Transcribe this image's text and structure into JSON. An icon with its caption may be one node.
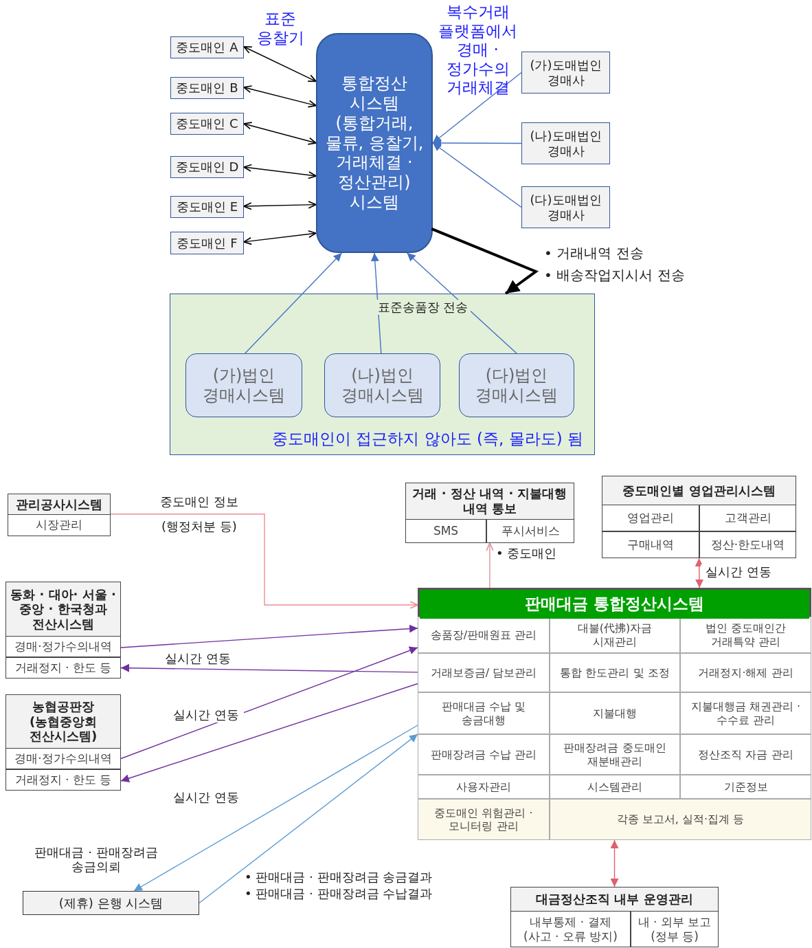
{
  "diagram": {
    "nodes": [
      {
        "text": [
          "중도매인 A"
        ]
      },
      {
        "text": [
          "중도매인 B"
        ]
      },
      {
        "text": [
          "중도매인 C"
        ]
      },
      {
        "text": [
          "중도매인 D"
        ]
      },
      {
        "text": [
          "중도매인 E"
        ]
      },
      {
        "text": [
          "중도매인 F"
        ]
      },
      {
        "text": [
          "통합정산 시스템 (통합거래, 물류, 응찰기, 거래체결 · 정산관리) 시스템"
        ]
      },
      {
        "text": [
          "(가)도매법인 경매사"
        ]
      },
      {
        "text": [
          "(나)도매법인 경매사"
        ]
      },
      {
        "text": [
          "(다)도매법인 경매사"
        ]
      },
      {
        "text": [
          "표준송품장 전송",
          "중도매인이 접근하지 않아도 (즉, 몰라도) 됨"
        ]
      },
      {
        "text": [
          "(가)법인 경매시스템"
        ],
        "in": 10
      },
      {
        "text": [
          "(나)법인 경매시스템"
        ],
        "in": 10
      },
      {
        "text": [
          "(다)법인 경매시스템"
        ],
        "in": 10
      },
      {
        "text": [
          "관리공사시스템",
          "시장관리"
        ]
      },
      {
        "text": [
          "동화 · 대아· 서울 · 중앙 · 한국청과 전산시스템"
        ]
      },
      {
        "text": [
          "경매·정가수의내역"
        ],
        "in": 15
      },
      {
        "text": [
          "거래정지 · 한도 등"
        ],
        "in": 15
      },
      {
        "text": [
          "농협공판장 (농협중앙회 전산시스템)"
        ]
      },
      {
        "text": [
          "경매·정가수의내역"
        ],
        "in": 18
      },
      {
        "text": [
          "거래정지 · 한도 등"
        ],
        "in": 18
      },
      {
        "text": [
          "거래 · 정산 내역 · 지불대행 내역 통보"
        ]
      },
      {
        "text": [
          "SMS"
        ],
        "in": 21
      },
      {
        "text": [
          "푸시서비스"
        ],
        "in": 21
      },
      {
        "text": [
          "중도매인별 영업관리시스템"
        ]
      },
      {
        "text": [
          "영업관리"
        ],
        "in": 24
      },
      {
        "text": [
          "고객관리"
        ],
        "in": 24
      },
      {
        "text": [
          "구매내역"
        ],
        "in": 24
      },
      {
        "text": [
          "정산·한도내역"
        ],
        "in": 24
      },
      {
        "text": [
          "판매대금 통합정산시스템"
        ]
      },
      {
        "text": [
          "송품장/판매원표 관리"
        ],
        "in": 29
      },
      {
        "text": [
          "대불(代拂)자금 시재관리"
        ],
        "in": 29
      },
      {
        "text": [
          "법인 중도매인간 거래특약 관리"
        ],
        "in": 29
      },
      {
        "text": [
          "거래보증금/ 담보관리"
        ],
        "in": 29
      },
      {
        "text": [
          "통합 한도관리 및 조정"
        ],
        "in": 29
      },
      {
        "text": [
          "거래정지·해제 관리"
        ],
        "in": 29
      },
      {
        "text": [
          "판매대금 수납 및 송금대행"
        ],
        "in": 29
      },
      {
        "text": [
          "지불대행"
        ],
        "in": 29
      },
      {
        "text": [
          "지불대행금 채권관리 · 수수료 관리"
        ],
        "in": 29
      },
      {
        "text": [
          "판매장려금 수납 관리"
        ],
        "in": 29
      },
      {
        "text": [
          "판매장려금 중도매인 재분배관리"
        ],
        "in": 29
      },
      {
        "text": [
          "정산조직 자금 관리"
        ],
        "in": 29
      },
      {
        "text": [
          "사용자관리"
        ],
        "in": 29
      },
      {
        "text": [
          "시스템관리"
        ],
        "in": 29
      },
      {
        "text": [
          "기준정보"
        ],
        "in": 29
      },
      {
        "text": [
          "중도매인 위험관리 · 모니터링 관리"
        ],
        "in": 29
      },
      {
        "text": [
          "각종 보고서, 실적·집계 등"
        ],
        "in": 29
      },
      {
        "text": [
          "(제휴) 은행 시스템"
        ]
      },
      {
        "text": [
          "대금정산조직 내부 운영관리"
        ]
      },
      {
        "text": [
          "내부통제 · 결제 (사고 · 오류 방지)"
        ],
        "in": 48
      },
      {
        "text": [
          "내 · 외부 보고 (정부 등)"
        ],
        "in": 48
      }
    ],
    "edges": [
      {
        "from": 0,
        "to": 6,
        "arrow": "both"
      },
      {
        "from": 1,
        "to": 6,
        "arrow": "both"
      },
      {
        "from": 2,
        "to": 6,
        "arrow": "both"
      },
      {
        "from": 3,
        "to": 6,
        "arrow": "both"
      },
      {
        "from": 4,
        "to": 6,
        "arrow": "both"
      },
      {
        "from": 5,
        "to": 6,
        "arrow": "both"
      },
      {
        "from": 7,
        "to": 6,
        "arrow": "to",
        "color": "#4472c4"
      },
      {
        "from": 8,
        "to": 6,
        "arrow": "to",
        "color": "#4472c4"
      },
      {
        "from": 9,
        "to": 6,
        "arrow": "to",
        "color": "#4472c4"
      },
      {
        "from": 11,
        "to": 6,
        "arrow": "to",
        "color": "#4472c4"
      },
      {
        "from": 12,
        "to": 6,
        "arrow": "to",
        "color": "#4472c4"
      },
      {
        "from": 13,
        "to": 6,
        "arrow": "to",
        "color": "#4472c4"
      },
      {
        "from": 6,
        "to": 10,
        "arrow": "to",
        "style": "thick"
      },
      {
        "from": 14,
        "to": 29,
        "arrow": "to",
        "label": "중도매인 정보 (행정처분 등)",
        "color": "#f08c96"
      },
      {
        "from": 16,
        "to": 29,
        "arrow": "to",
        "color": "#7030a0"
      },
      {
        "from": 29,
        "to": 17,
        "arrow": "to",
        "label": "실시간 연동",
        "color": "#7030a0"
      },
      {
        "from": 19,
        "to": 29,
        "arrow": "to",
        "label": "실시간 연동",
        "color": "#7030a0"
      },
      {
        "from": 29,
        "to": 20,
        "arrow": "to",
        "color": "#7030a0"
      },
      {
        "from": 29,
        "to": 47,
        "arrow": "to",
        "label": "판매대금 · 판매장려금 송금의뢰",
        "color": "#5b9bd5"
      },
      {
        "from": 47,
        "to": 29,
        "arrow": "to",
        "label": "실시간 연동",
        "color": "#5b9bd5"
      },
      {
        "from": 29,
        "to": 21,
        "arrow": "to",
        "color": "#d9979f"
      },
      {
        "from": 24,
        "to": 29,
        "arrow": "both",
        "label": "실시간 연동",
        "color": "#e0606e"
      },
      {
        "from": 29,
        "to": 48,
        "arrow": "both",
        "color": "#e0606e"
      }
    ],
    "labels": [
      "표준 응찰기",
      "복수거래 플랫폼에서 경매 · 정가수의 거래체결",
      "• 거래내역 전송",
      "• 배송작업지시서 전송",
      "• 중도매인",
      "• 판매대금 · 판매장려금 송금결과",
      "• 판매대금 · 판매장려금 수납결과"
    ]
  }
}
